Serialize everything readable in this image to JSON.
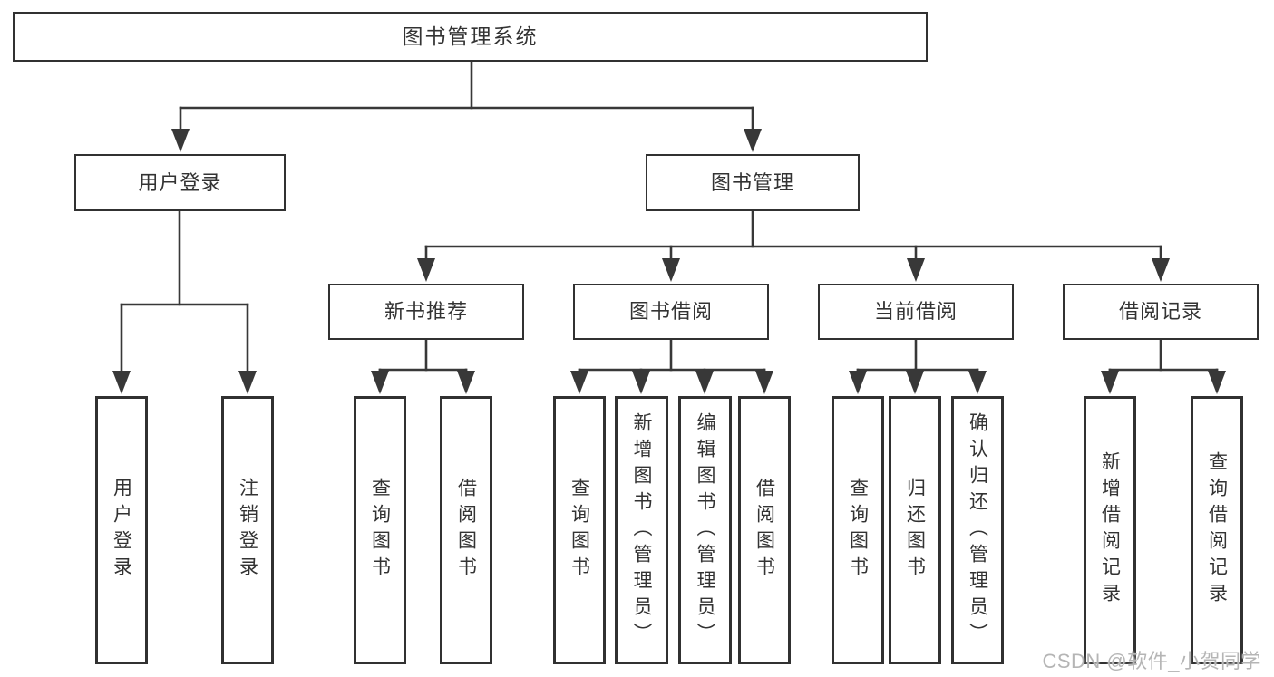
{
  "diagram": {
    "labels": {
      "root": "图书管理系统",
      "user-login": "用户登录",
      "book-management": "图书管理",
      "new-book-recommend": "新书推荐",
      "book-borrow": "图书借阅",
      "current-borrow": "当前借阅",
      "borrow-records": "借阅记录",
      "leaf-user-login": "用户登录",
      "leaf-logout": "注销登录",
      "leaf-query-book-recommend": "查询图书",
      "leaf-borrow-book-recommend": "借阅图书",
      "leaf-query-book-borrow": "查询图书",
      "leaf-add-book": "新增图书（管理员）",
      "leaf-edit-book": "编辑图书（管理员）",
      "leaf-borrow-book-borrow": "借阅图书",
      "leaf-query-book-current": "查询图书",
      "leaf-return-book": "归还图书",
      "leaf-confirm-return": "确认归还（管理员）",
      "leaf-add-borrow-record": "新增借阅记录",
      "leaf-query-borrow-record": "查询借阅记录"
    },
    "hierarchy": {
      "root": [
        "user-login",
        "book-management"
      ],
      "user-login": [
        "leaf-user-login",
        "leaf-logout"
      ],
      "book-management": [
        "new-book-recommend",
        "book-borrow",
        "current-borrow",
        "borrow-records"
      ],
      "new-book-recommend": [
        "leaf-query-book-recommend",
        "leaf-borrow-book-recommend"
      ],
      "book-borrow": [
        "leaf-query-book-borrow",
        "leaf-add-book",
        "leaf-edit-book",
        "leaf-borrow-book-borrow"
      ],
      "current-borrow": [
        "leaf-query-book-current",
        "leaf-return-book",
        "leaf-confirm-return"
      ],
      "borrow-records": [
        "leaf-add-borrow-record",
        "leaf-query-borrow-record"
      ]
    }
  },
  "watermark": {
    "text": "CSDN @软件_小贺同学"
  },
  "colors": {
    "line": "#383838",
    "box_border": "#313131",
    "text": "#333333",
    "watermark": "#b5b5b5",
    "background": "#ffffff"
  }
}
